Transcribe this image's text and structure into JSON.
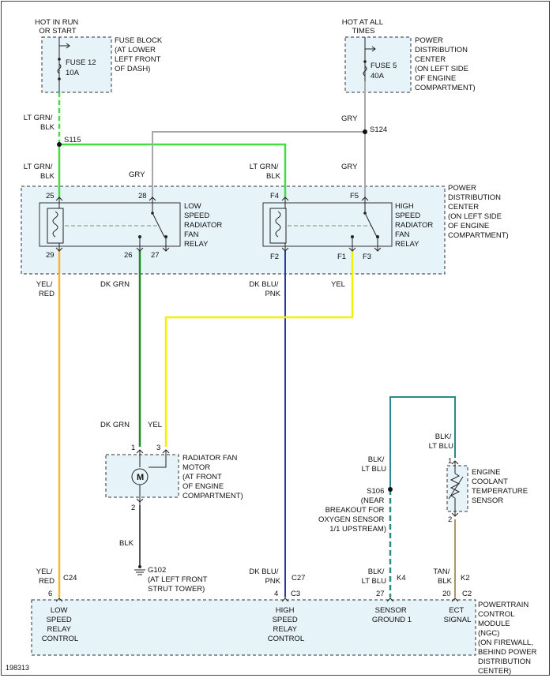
{
  "colors": {
    "lt_grn_blk": "#44dd44",
    "gry": "#a8a8a8",
    "yel_red": "#f7b733",
    "dk_grn": "#1f8a1f",
    "dk_blu_pnk": "#2a3a9e",
    "yel": "#f2f200",
    "blk": "#555555",
    "blk_lt_blu": "#2a8a8a",
    "tan_blk": "#a89868",
    "box_fill": "#e6f3f9"
  },
  "power": {
    "hot_run_start": [
      "HOT IN RUN",
      "OR START"
    ],
    "hot_all_times": [
      "HOT AT ALL",
      "TIMES"
    ],
    "fuse12_label": "FUSE 12",
    "fuse12_amp": "10A",
    "fuse_block": [
      "FUSE BLOCK",
      "(AT LOWER",
      "LEFT FRONT",
      "OF DASH)"
    ],
    "fuse5_label": "FUSE 5",
    "fuse5_amp": "40A",
    "pdc_top": [
      "POWER",
      "DISTRIBUTION",
      "CENTER",
      "(ON LEFT SIDE",
      "OF ENGINE",
      "COMPARTMENT)"
    ]
  },
  "wires": {
    "lt_grn_blk": [
      "LT GRN/",
      "BLK"
    ],
    "gry": "GRY",
    "yel_red": [
      "YEL/",
      "RED"
    ],
    "dk_grn": "DK GRN",
    "dk_blu_pnk": [
      "DK BLU/",
      "PNK"
    ],
    "yel": "YEL",
    "blk": "BLK",
    "blk_lt_blu": [
      "BLK/",
      "LT BLU"
    ],
    "tan_blk": [
      "TAN/",
      "BLK"
    ]
  },
  "splices": {
    "s115": "S115",
    "s124": "S124",
    "s106": [
      "S106",
      "(NEAR",
      "BREAKOUT FOR",
      "OXYGEN SENSOR",
      "1/1 UPSTREAM)"
    ]
  },
  "relays": {
    "low_pins": {
      "p25": "25",
      "p28": "28",
      "p29": "29",
      "p26": "26",
      "p27": "27"
    },
    "low_name": [
      "LOW",
      "SPEED",
      "RADIATOR",
      "FAN",
      "RELAY"
    ],
    "high_pins": {
      "f4": "F4",
      "f5": "F5",
      "f2": "F2",
      "f1": "F1",
      "f3": "F3"
    },
    "high_name": [
      "HIGH",
      "SPEED",
      "RADIATOR",
      "FAN",
      "RELAY"
    ],
    "pdc_mid": [
      "POWER",
      "DISTRIBUTION",
      "CENTER",
      "(ON LEFT SIDE",
      "OF ENGINE",
      "COMPARTMENT)"
    ]
  },
  "motor": {
    "pin1": "1",
    "pin3": "3",
    "pin2": "2",
    "symbol": "M",
    "name": [
      "RADIATOR FAN",
      "MOTOR",
      "(AT FRONT",
      "OF ENGINE",
      "COMPARTMENT)"
    ]
  },
  "ground": [
    "G102",
    "(AT LEFT FRONT",
    "STRUT TOWER)"
  ],
  "sensor": {
    "pin1": "1",
    "pin2": "2",
    "name": [
      "ENGINE",
      "COOLANT",
      "TEMPERATURE",
      "SENSOR"
    ]
  },
  "pcm": {
    "c24": "C24",
    "c27": "C27",
    "c3": "C3",
    "k4": "K4",
    "k2": "K2",
    "c2": "C2",
    "pin6": "6",
    "pin4": "4",
    "pin27": "27",
    "pin20": "20",
    "low_ctrl": [
      "LOW",
      "SPEED",
      "RELAY",
      "CONTROL"
    ],
    "high_ctrl": [
      "HIGH",
      "SPEED",
      "RELAY",
      "CONTROL"
    ],
    "sensor_gnd": [
      "SENSOR",
      "GROUND 1"
    ],
    "ect_signal": [
      "ECT",
      "SIGNAL"
    ],
    "name": [
      "POWERTRAIN",
      "CONTROL",
      "MODULE",
      "(NGC)",
      "(ON FIREWALL,",
      "BEHIND POWER",
      "DISTRIBUTION",
      "CENTER)"
    ]
  },
  "diagram_id": "198313"
}
